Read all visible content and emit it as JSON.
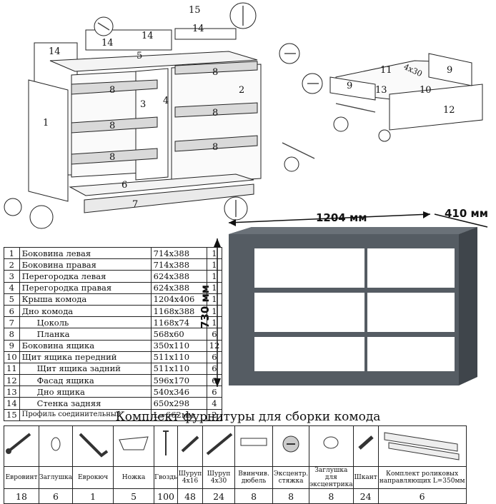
{
  "parts": [
    {
      "num": "1",
      "name": "Боковина левая",
      "size": "714x388",
      "qty": "1"
    },
    {
      "num": "2",
      "name": "Боковина правая",
      "size": "714x388",
      "qty": "1"
    },
    {
      "num": "3",
      "name": "Перегородка левая",
      "size": "624x388",
      "qty": "1"
    },
    {
      "num": "4",
      "name": "Перегородка правая",
      "size": "624x388",
      "qty": "1"
    },
    {
      "num": "5",
      "name": "Крыша комода",
      "size": "1204x406",
      "qty": "1"
    },
    {
      "num": "6",
      "name": "Дно комода",
      "size": "1168x388",
      "qty": "1"
    },
    {
      "num": "7",
      "name": "Цоколь",
      "size": "1168x74",
      "qty": "1"
    },
    {
      "num": "8",
      "name": "Планка",
      "size": "568x60",
      "qty": "6"
    },
    {
      "num": "9",
      "name": "Боковина ящика",
      "size": "350x110",
      "qty": "12"
    },
    {
      "num": "10",
      "name": "Щит ящика передний",
      "size": "511x110",
      "qty": "6"
    },
    {
      "num": "11",
      "name": "Щит ящика задний",
      "size": "511x110",
      "qty": "6"
    },
    {
      "num": "12",
      "name": "Фасад ящика",
      "size": "596x170",
      "qty": "6"
    },
    {
      "num": "13",
      "name": "Дно ящика",
      "size": "540x346",
      "qty": "6"
    },
    {
      "num": "14",
      "name": "Стенка задняя",
      "size": "650x298",
      "qty": "4"
    },
    {
      "num": "15",
      "name": "Профиль соединительный",
      "size": "L=662мм",
      "qty": "2"
    }
  ],
  "dimensions": {
    "width": "1204 мм",
    "depth": "410 мм",
    "height": "730 мм"
  },
  "diagram_labels": {
    "p1": "1",
    "p2": "2",
    "p3": "3",
    "p4": "4",
    "p5": "5",
    "p6": "6",
    "p7": "7",
    "p8": "8",
    "p9": "9",
    "p10": "10",
    "p11": "11",
    "p12": "12",
    "p13": "13",
    "p14": "14",
    "p15": "15",
    "screw": "4x30"
  },
  "kit": {
    "title": "Комплект фурнитуры для сборки комода",
    "items": [
      {
        "label": "Евровинт",
        "count": "18",
        "icon": "eurovint-icon"
      },
      {
        "label": "Заглушка",
        "count": "6",
        "icon": "cap-icon"
      },
      {
        "label": "Еврокюч",
        "count": "1",
        "icon": "hex-key-icon"
      },
      {
        "label": "Ножка",
        "count": "5",
        "icon": "foot-icon"
      },
      {
        "label": "Гвоздь",
        "count": "100",
        "icon": "nail-icon"
      },
      {
        "label": "Шуруп 4x16",
        "count": "48",
        "icon": "screw-short-icon"
      },
      {
        "label": "Шуруп 4x30",
        "count": "24",
        "icon": "screw-long-icon"
      },
      {
        "label": "Ввинчив. дюбель",
        "count": "8",
        "icon": "dowel-screw-icon"
      },
      {
        "label": "Эксцентр. стяжка",
        "count": "8",
        "icon": "eccentric-icon"
      },
      {
        "label": "Заглушка для эксцентрика",
        "count": "8",
        "icon": "eccentric-cap-icon"
      },
      {
        "label": "Шкант",
        "count": "24",
        "icon": "dowel-icon"
      },
      {
        "label": "Комплект роликовых направляющих L=350мм",
        "count": "6",
        "icon": "rail-icon"
      }
    ]
  }
}
